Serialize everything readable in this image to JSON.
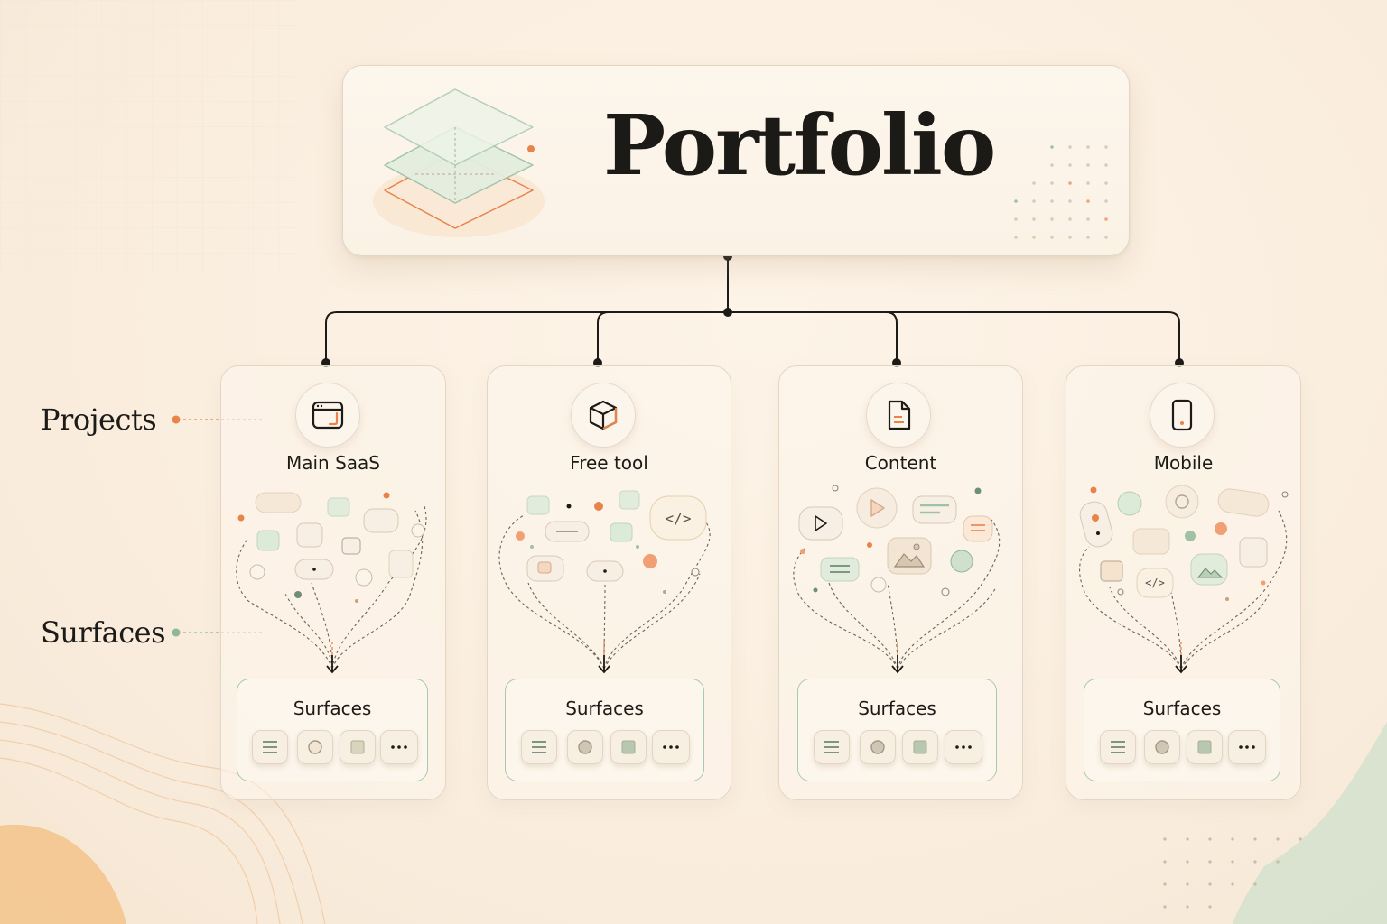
{
  "title": "Portfolio",
  "side_labels": {
    "projects": "Projects",
    "surfaces": "Surfaces"
  },
  "projects": [
    {
      "name": "Main SaaS",
      "icon": "browser-window-icon",
      "surfaces_label": "Surfaces"
    },
    {
      "name": "Free tool",
      "icon": "cube-icon",
      "surfaces_label": "Surfaces"
    },
    {
      "name": "Content",
      "icon": "document-icon",
      "surfaces_label": "Surfaces"
    },
    {
      "name": "Mobile",
      "icon": "mobile-phone-icon",
      "surfaces_label": "Surfaces"
    }
  ],
  "surface_chips": [
    "list-icon",
    "circle-icon",
    "square-icon",
    "more-icon"
  ],
  "colors": {
    "accent_orange": "#e8834a",
    "accent_green": "#8fb79a",
    "line": "#1d1b18"
  }
}
